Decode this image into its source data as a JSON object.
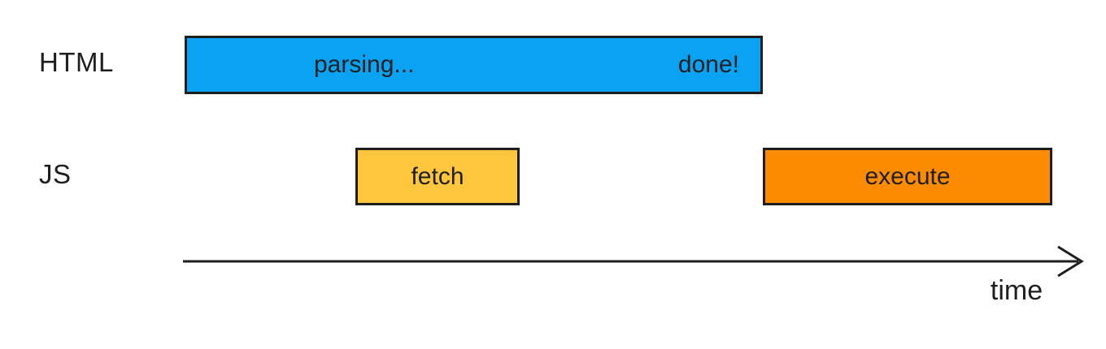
{
  "colors": {
    "background": "#ffffff",
    "ink": "#1e1e1e",
    "parsing_bar": "#0aa2f2",
    "fetch_bar": "#fdc63c",
    "execute_bar": "#fb8b00"
  },
  "rows": [
    {
      "label": "HTML"
    },
    {
      "label": "JS"
    }
  ],
  "bars": {
    "parsing": {
      "start_label": "parsing...",
      "end_label": "done!"
    },
    "fetch": {
      "label": "fetch"
    },
    "execute": {
      "label": "execute"
    }
  },
  "axis": {
    "label": "time"
  }
}
